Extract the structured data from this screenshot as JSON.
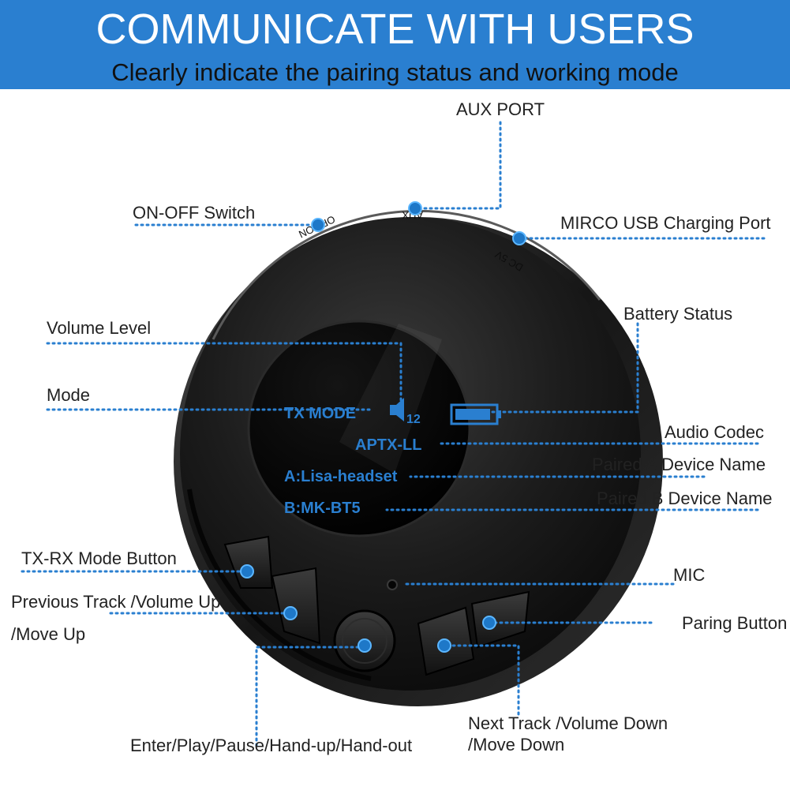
{
  "header": {
    "title": "COMMUNICATE WITH USERS",
    "subtitle": "Clearly indicate the pairing status and working mode"
  },
  "callouts": {
    "aux_port": "AUX  PORT",
    "on_off_switch": "ON-OFF  Switch",
    "micro_usb": "MIRCO USB Charging Port",
    "battery_status": "Battery Status",
    "volume_level": "Volume Level",
    "mode": "Mode",
    "audio_codec": "Audio Codec",
    "paired_a": "Paired A Device Name",
    "paired_b": "Paired B Device Name",
    "tx_rx_button": "TX-RX  Mode Button",
    "mic": "MIC",
    "prev_track_line1": "Previous Track /Volume Up",
    "prev_track_line2": "/Move Up",
    "paring_button": "Paring Button",
    "next_track_line1": "Next Track /Volume Down",
    "next_track_line2": "/Move Down",
    "enter_play": "Enter/Play/Pause/Hand-up/Hand-out"
  },
  "device": {
    "screen": {
      "mode": "TX MODE",
      "volume": "12",
      "codec": "APTX-LL",
      "paired_a": "A:Lisa-headset",
      "paired_b": "B:MK-BT5"
    },
    "engravings": {
      "off_on": "OFF  ON",
      "aux": "AUX",
      "dc": "DC 5V"
    }
  },
  "colors": {
    "banner": "#2a7fd0",
    "accent": "#2a7fd0",
    "device_body": "#1a1a1a"
  },
  "icons": [
    "speaker-icon",
    "battery-icon"
  ]
}
